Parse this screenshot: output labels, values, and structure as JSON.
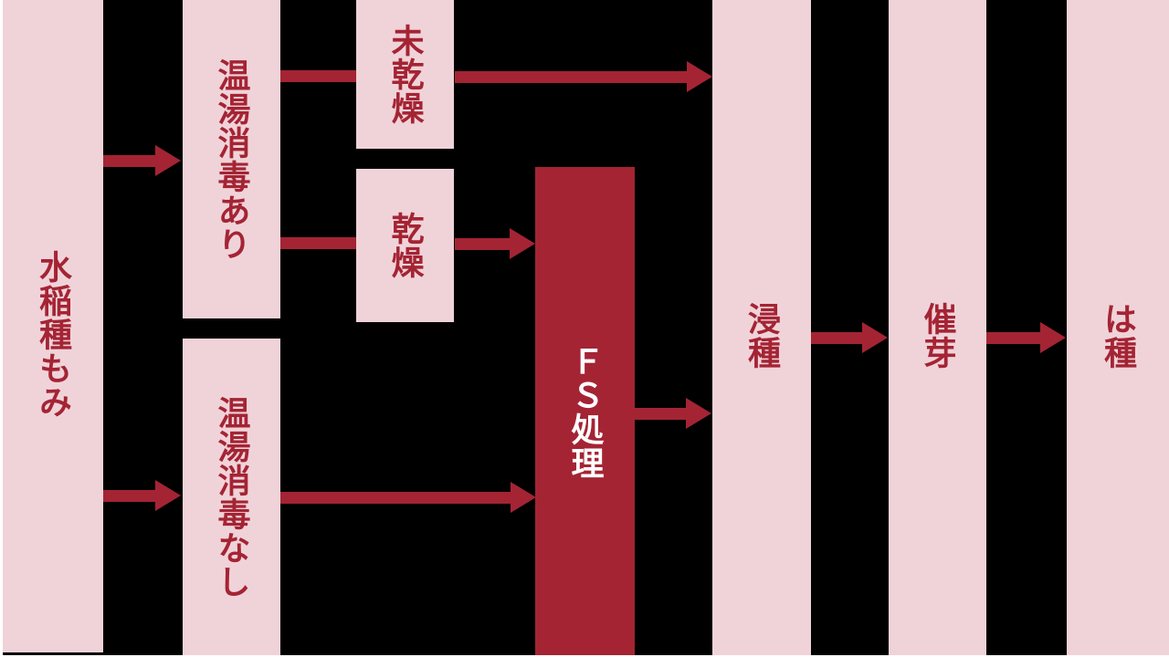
{
  "diagram": {
    "description": "Flowchart of rice seed (momi) treatment process",
    "colors": {
      "background": "#000000",
      "bar_fill": "#F0D3D9",
      "accent_red": "#A42434",
      "fs_box_fill": "#A42434",
      "fs_text": "#FFFFFF",
      "edge_strip": "#FFFFFF"
    },
    "nodes": [
      {
        "id": "momi",
        "label": "水稲種もみ"
      },
      {
        "id": "onto-ari",
        "label": "温湯消毒あり"
      },
      {
        "id": "onto-nashi",
        "label": "温湯消毒なし"
      },
      {
        "id": "mikansou",
        "label": "未乾燥"
      },
      {
        "id": "kansou",
        "label": "乾燥"
      },
      {
        "id": "fs",
        "label": "ＦＳ処理"
      },
      {
        "id": "shinshu",
        "label": "浸種"
      },
      {
        "id": "saiga",
        "label": "催芽"
      },
      {
        "id": "hashu",
        "label": "は種"
      }
    ],
    "edges": [
      {
        "from": "水稲種もみ",
        "to": "温湯消毒あり",
        "arrowhead": true
      },
      {
        "from": "水稲種もみ",
        "to": "温湯消毒なし",
        "arrowhead": true
      },
      {
        "from": "温湯消毒あり",
        "to": "未乾燥",
        "arrowhead": false
      },
      {
        "from": "温湯消毒あり",
        "to": "乾燥",
        "arrowhead": false
      },
      {
        "from": "未乾燥",
        "to": "浸種",
        "arrowhead": true
      },
      {
        "from": "乾燥",
        "to": "ＦＳ処理",
        "arrowhead": true
      },
      {
        "from": "温湯消毒なし",
        "to": "ＦＳ処理",
        "arrowhead": true
      },
      {
        "from": "ＦＳ処理",
        "to": "浸種",
        "arrowhead": true
      },
      {
        "from": "浸種",
        "to": "催芽",
        "arrowhead": true
      },
      {
        "from": "催芽",
        "to": "は種",
        "arrowhead": true
      }
    ]
  }
}
